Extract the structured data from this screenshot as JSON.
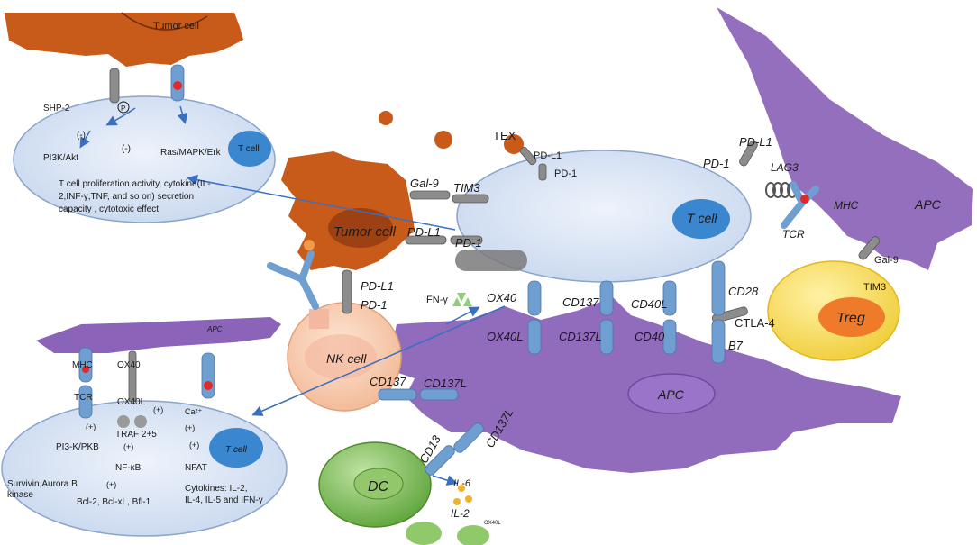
{
  "colors": {
    "tumor": "#c85a1a",
    "cell_fill": "#dfe8f6",
    "cell_stroke": "#8aa4cc",
    "apc": "#8b63b8",
    "apc_light": "#a37fcc",
    "treg": "#f7dc55",
    "treg_nucleus": "#ef7a2a",
    "nk": "#f6cdb0",
    "dc": "#7cc04f",
    "t_nucleus": "#3a86cf",
    "receptor": "#6f9ed0",
    "arrow": "#3a6fc2"
  },
  "labels": {
    "tumor_cell_top": "Tumor cell",
    "shp2": "SHP-2",
    "p_circle": "P",
    "neg1": "(-)",
    "neg2": "(-)",
    "pi3k_akt": "PI3K/Akt",
    "ras_mapk": "Ras/MAPK/Erk",
    "t_cell_small": "T cell",
    "tl_text1": "T cell proliferation activity, cytokine(IL-",
    "tl_text2": "2,INF-γ,TNF, and so on) secretion",
    "tl_text3": "capacity ,  cytotoxic effect",
    "tex": "TEX",
    "pdl1_tex": "PD-L1",
    "pd1_tex": "PD-1",
    "gal9": "Gal-9",
    "tim3": "TIM3",
    "tumor_cell_center": "Tumor cell",
    "pdl1_center": "PD-L1",
    "pd1_center": "PD-1",
    "t_cell_main": "T cell",
    "pdl1_right": "PD-L1",
    "pd1_right": "PD-1",
    "lag3": "LAG3",
    "mhc_right": "MHC",
    "tcr_right": "TCR",
    "apc_right": "APC",
    "gal9_right": "Gal-9",
    "tim3_right": "TIM3",
    "treg": "Treg",
    "cd28": "CD28",
    "ctla4": "CTLA-4",
    "b7": "B7",
    "pdl1_nk": "PD-L1",
    "pd1_nk": "PD-1",
    "nk_cell": "NK cell",
    "ifn": "IFN-γ",
    "ox40": "OX40",
    "ox40l": "OX40L",
    "cd137": "CD137",
    "cd137l": "CD137L",
    "cd40l": "CD40L",
    "cd40": "CD40",
    "apc_center": "APC",
    "cd137_a": "CD137",
    "cd137l_a": "CD137L",
    "cd137l_b": "CD137L",
    "cd13": "CD13",
    "dc": "DC",
    "il6": "IL-6",
    "il2": "IL-2",
    "ox40l_small": "OX40L",
    "apc_small": "APC",
    "mhc_bl": "MHC",
    "ox40_bl": "OX40",
    "tcr_bl": "TCR",
    "ox40l_bl": "OX40L",
    "ca": "Ca²⁺",
    "plus1": "(+)",
    "plus2": "(+)",
    "plus3": "(+)",
    "plus4": "(+)",
    "plus5": "(+)",
    "plus6": "(+)",
    "pi3k_pkb": "PI3-K/PKB",
    "traf": "TRAF 2+5",
    "nfkb": "NF-κB",
    "nfat": "NFAT",
    "t_cell_bl": "T cell",
    "survivin1": "Survivin,Aurora B",
    "survivin2": "kinase",
    "bcl": "Bcl-2, Bcl-xL, Bfl-1",
    "cyto1": "Cytokines:  IL-2,",
    "cyto2": "IL-4, IL-5 and IFN-γ"
  }
}
